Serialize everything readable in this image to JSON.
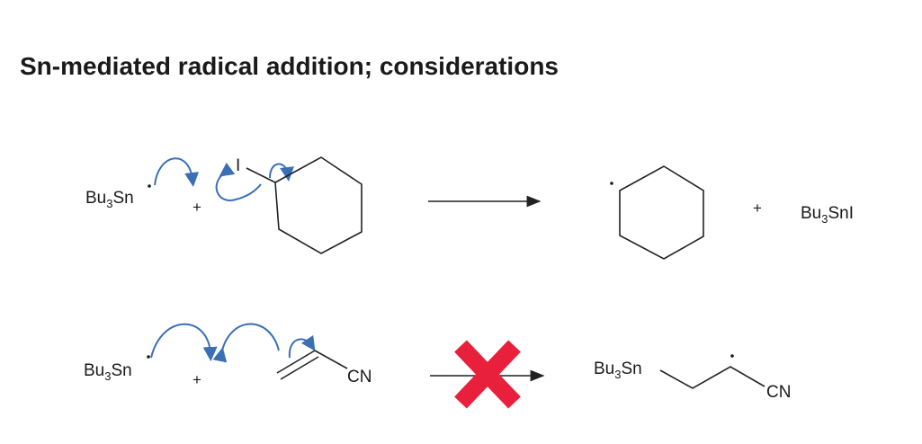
{
  "title": "Sn-mediated radical addition; considerations",
  "colors": {
    "curly_arrow": "#3a6fb5",
    "blocked_cross": "#e8203c",
    "ink": "#1a1a1a"
  },
  "reaction1": {
    "reagent": {
      "main": "Bu",
      "sub": "3",
      "rest": "Sn"
    },
    "plus1": "+",
    "iodine": "I",
    "plus2": "+",
    "product2": {
      "main": "Bu",
      "sub": "3",
      "rest": "SnI"
    }
  },
  "reaction2": {
    "reagent": {
      "main": "Bu",
      "sub": "3",
      "rest": "Sn"
    },
    "plus": "+",
    "nitrile_label": "CN",
    "blocked": true,
    "product": {
      "main": "Bu",
      "sub": "3",
      "rest": "Sn",
      "nitrile_label": "CN"
    }
  }
}
